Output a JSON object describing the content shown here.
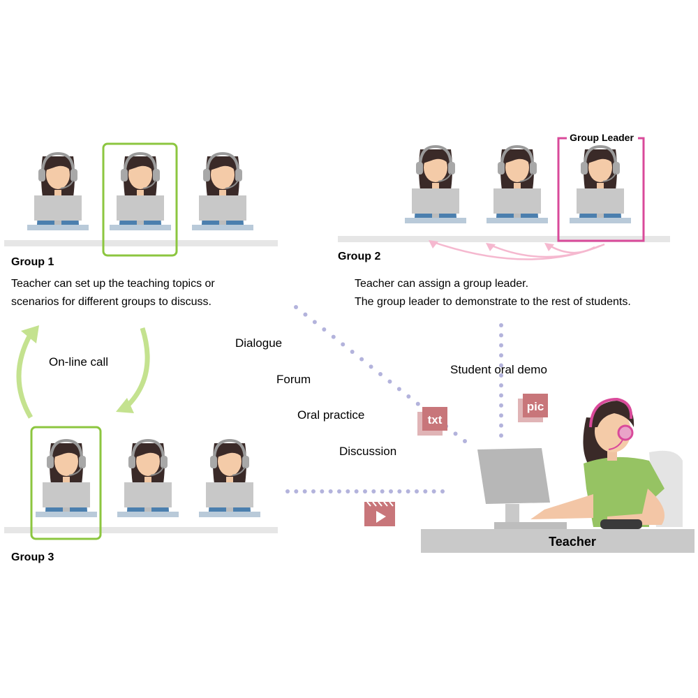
{
  "groups": {
    "group1": {
      "label": "Group 1",
      "desc": [
        "Teacher can set up the teaching topics or",
        "scenarios for different groups to discuss."
      ]
    },
    "group2": {
      "label": "Group 2",
      "desc": [
        "Teacher can assign a group leader.",
        "The group leader to demonstrate to the rest of students."
      ],
      "leader_label": "Group Leader"
    },
    "group3": {
      "label": "Group 3"
    }
  },
  "online_call": "On-line call",
  "topics": [
    "Dialogue",
    "Forum",
    "Oral practice",
    "Discussion"
  ],
  "student_demo": "Student oral demo",
  "teacher_label": "Teacher",
  "media_icons": {
    "txt": "txt",
    "pic": "pic",
    "video": "video-icon"
  },
  "colors": {
    "green": "#8cc63f",
    "pink": "#d94a9a",
    "dots": "#b3b3dc",
    "red_text": "#b84a4a",
    "blue_text": "#6f6fa8",
    "icon": "#c8767a"
  }
}
